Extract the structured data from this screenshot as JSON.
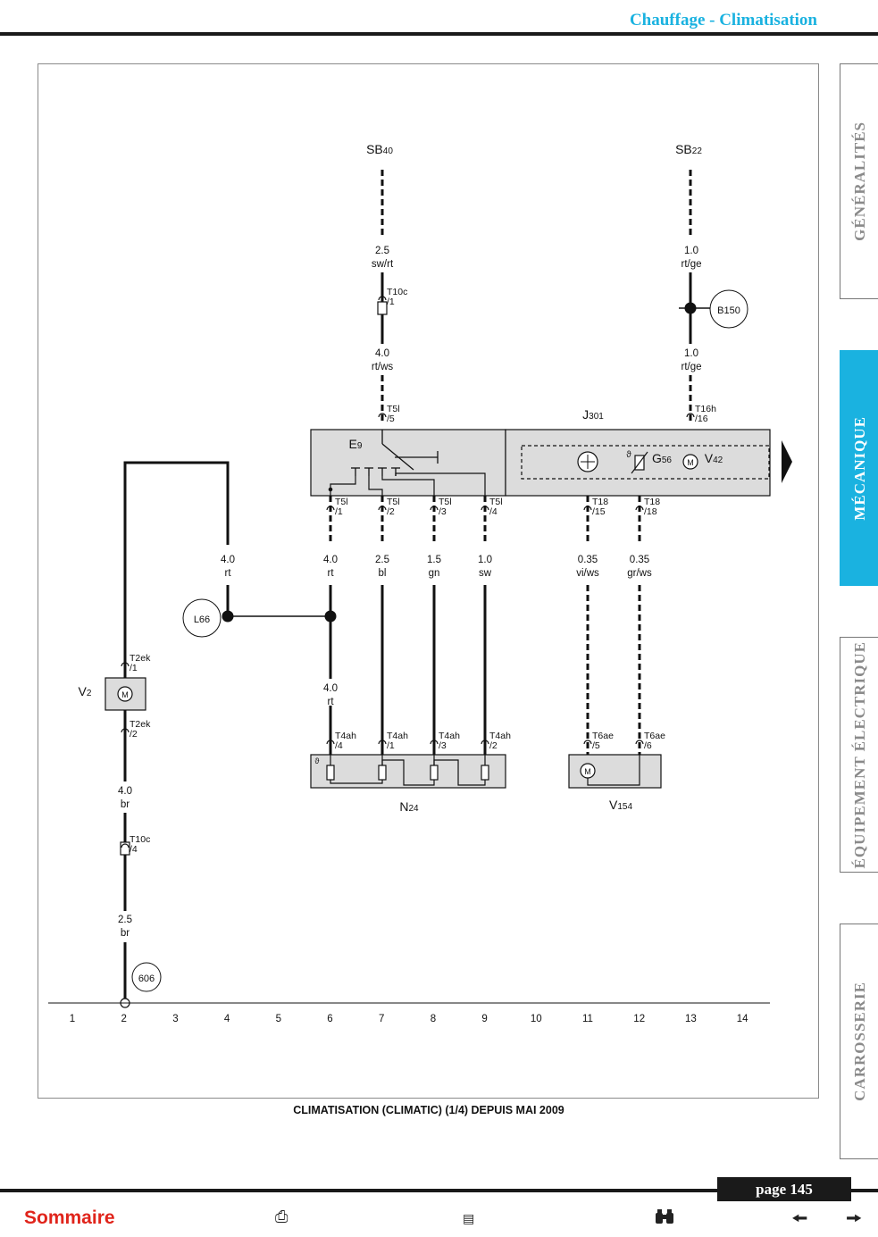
{
  "header": {
    "title": "Chauffage - Climatisation"
  },
  "tabs": [
    {
      "label": "GÉNÉRALITÉS",
      "active": false
    },
    {
      "label": "MÉCANIQUE",
      "active": true
    },
    {
      "label": "ÉQUIPEMENT ÉLECTRIQUE",
      "active": false
    },
    {
      "label": "CARROSSERIE",
      "active": false
    }
  ],
  "diagram": {
    "caption": "CLIMATISATION (CLIMATIC) (1/4) DEPUIS MAI 2009",
    "components": {
      "sb40": [
        "SB",
        "40"
      ],
      "sb22": [
        "SB",
        "22"
      ],
      "e9": [
        "E",
        "9"
      ],
      "j301": [
        "J",
        "301"
      ],
      "g56": [
        "G",
        "56"
      ],
      "v42": [
        "V",
        "42"
      ],
      "v2": [
        "V",
        "2"
      ],
      "n24": [
        "N",
        "24"
      ],
      "v154": [
        "V",
        "154"
      ]
    },
    "grounds": {
      "b150": "B150",
      "l66": "L66",
      "g606": "606"
    },
    "wires": {
      "w_sb40_a": [
        "2.5",
        "sw/rt"
      ],
      "w_sb40_b": [
        "4.0",
        "rt/ws"
      ],
      "w_sb22_a": [
        "1.0",
        "rt/ge"
      ],
      "w_sb22_b": [
        "1.0",
        "rt/ge"
      ],
      "w_v2_top": [
        "4.0",
        "rt"
      ],
      "w_e9_1": [
        "4.0",
        "rt"
      ],
      "w_e9_2": [
        "2.5",
        "bl"
      ],
      "w_e9_3": [
        "1.5",
        "gn"
      ],
      "w_e9_4": [
        "1.0",
        "sw"
      ],
      "w_j_15": [
        "0.35",
        "vi/ws"
      ],
      "w_j_18": [
        "0.35",
        "gr/ws"
      ],
      "w_n24_4": [
        "4.0",
        "rt"
      ],
      "w_v2_a": [
        "4.0",
        "br"
      ],
      "w_v2_b": [
        "2.5",
        "br"
      ]
    },
    "connectors": {
      "t10c_1": [
        "T10c",
        "/1"
      ],
      "t5l_5": [
        "T5l",
        "/5"
      ],
      "t16h_16": [
        "T16h",
        "/16"
      ],
      "t5l_1": [
        "T5l",
        "/1"
      ],
      "t5l_2": [
        "T5l",
        "/2"
      ],
      "t5l_3": [
        "T5l",
        "/3"
      ],
      "t5l_4": [
        "T5l",
        "/4"
      ],
      "t18_15": [
        "T18",
        "/15"
      ],
      "t18_18": [
        "T18",
        "/18"
      ],
      "t2ek_1": [
        "T2ek",
        "/1"
      ],
      "t2ek_2": [
        "T2ek",
        "/2"
      ],
      "t4ah_4": [
        "T4ah",
        "/4"
      ],
      "t4ah_1": [
        "T4ah",
        "/1"
      ],
      "t4ah_3": [
        "T4ah",
        "/3"
      ],
      "t4ah_2": [
        "T4ah",
        "/2"
      ],
      "t6ae_5": [
        "T6ae",
        "/5"
      ],
      "t6ae_6": [
        "T6ae",
        "/6"
      ],
      "t10c_4": [
        "T10c",
        "/4"
      ]
    },
    "columns": [
      "1",
      "2",
      "3",
      "4",
      "5",
      "6",
      "7",
      "8",
      "9",
      "10",
      "11",
      "12",
      "13",
      "14"
    ]
  },
  "footer": {
    "page": "page 145",
    "sommaire": "Sommaire"
  },
  "icons": [
    "print-icon",
    "page-view-icon",
    "binoculars-icon",
    "arrow-left-icon",
    "arrow-right-icon"
  ]
}
